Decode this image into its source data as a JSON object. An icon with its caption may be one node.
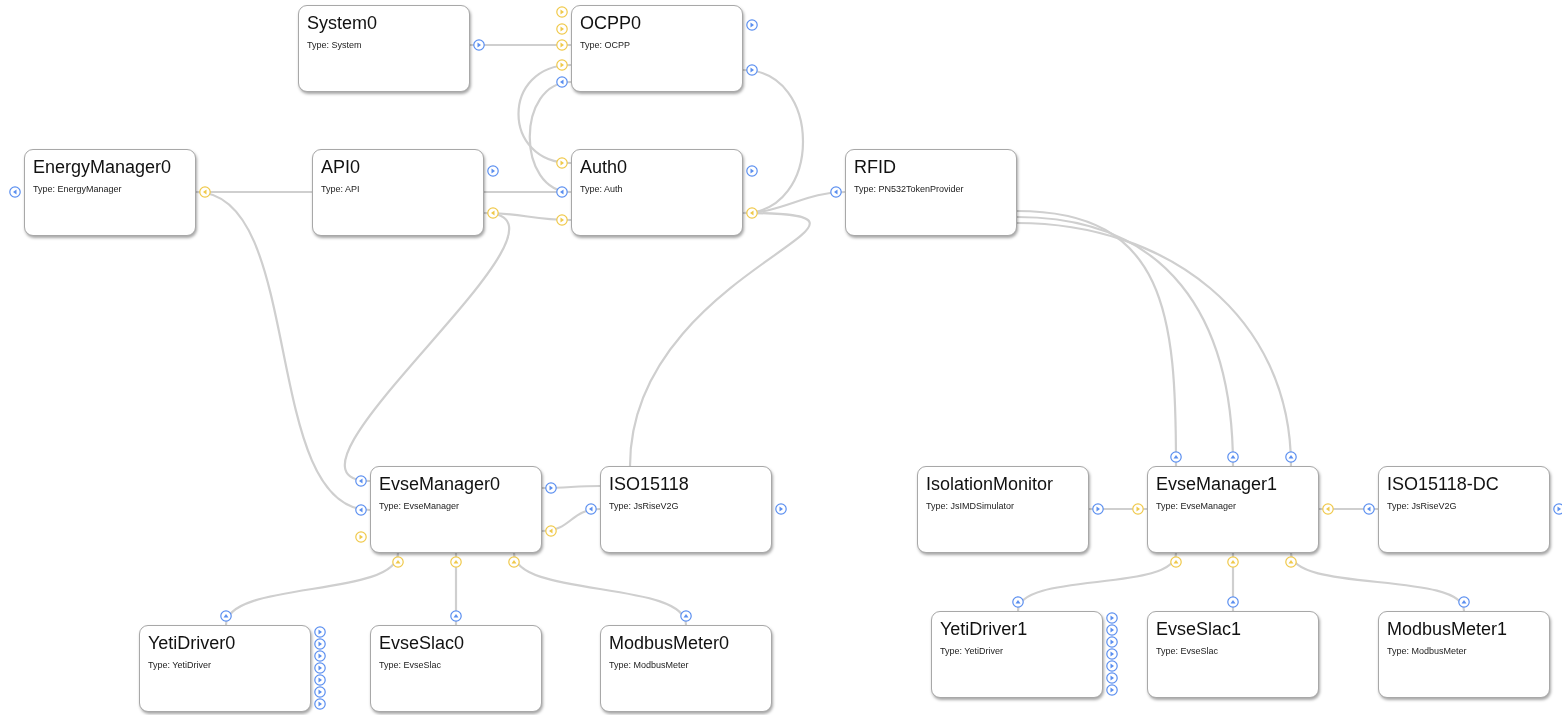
{
  "diagram": {
    "nodes": [
      {
        "text": [
          "System0",
          "Type: System"
        ]
      },
      {
        "text": [
          "OCPP0",
          "Type: OCPP"
        ]
      },
      {
        "text": [
          "EnergyManager0",
          "Type: EnergyManager"
        ]
      },
      {
        "text": [
          "API0",
          "Type: API"
        ]
      },
      {
        "text": [
          "Auth0",
          "Type: Auth"
        ]
      },
      {
        "text": [
          "RFID",
          "Type: PN532TokenProvider"
        ]
      },
      {
        "text": [
          "EvseManager0",
          "Type: EvseManager"
        ]
      },
      {
        "text": [
          "ISO15118",
          "Type: JsRiseV2G"
        ]
      },
      {
        "text": [
          "IsolationMonitor",
          "Type: JsIMDSimulator"
        ]
      },
      {
        "text": [
          "EvseManager1",
          "Type: EvseManager"
        ]
      },
      {
        "text": [
          "ISO15118-DC",
          "Type: JsRiseV2G"
        ]
      },
      {
        "text": [
          "YetiDriver0",
          "Type: YetiDriver"
        ]
      },
      {
        "text": [
          "EvseSlac0",
          "Type: EvseSlac"
        ]
      },
      {
        "text": [
          "ModbusMeter0",
          "Type: ModbusMeter"
        ]
      },
      {
        "text": [
          "YetiDriver1",
          "Type: YetiDriver"
        ]
      },
      {
        "text": [
          "EvseSlac1",
          "Type: EvseSlac"
        ]
      },
      {
        "text": [
          "ModbusMeter1",
          "Type: ModbusMeter"
        ]
      }
    ],
    "edges": [
      {
        "from": 0,
        "to": 1,
        "arrow": "none"
      },
      {
        "from": 1,
        "to": 4,
        "arrow": "none"
      },
      {
        "from": 1,
        "to": 4,
        "arrow": "none"
      },
      {
        "from": 1,
        "to": 4,
        "arrow": "none"
      },
      {
        "from": 2,
        "to": 3,
        "arrow": "none"
      },
      {
        "from": 2,
        "to": 6,
        "arrow": "none"
      },
      {
        "from": 3,
        "to": 4,
        "arrow": "none"
      },
      {
        "from": 3,
        "to": 4,
        "arrow": "none"
      },
      {
        "from": 3,
        "to": 6,
        "arrow": "none"
      },
      {
        "from": 4,
        "to": 5,
        "arrow": "none"
      },
      {
        "from": 4,
        "to": 7,
        "arrow": "none"
      },
      {
        "from": 5,
        "to": 9,
        "arrow": "none"
      },
      {
        "from": 5,
        "to": 9,
        "arrow": "none"
      },
      {
        "from": 5,
        "to": 9,
        "arrow": "none"
      },
      {
        "from": 6,
        "to": 7,
        "arrow": "none"
      },
      {
        "from": 6,
        "to": 7,
        "arrow": "none"
      },
      {
        "from": 6,
        "to": 11,
        "arrow": "none"
      },
      {
        "from": 6,
        "to": 12,
        "arrow": "none"
      },
      {
        "from": 6,
        "to": 13,
        "arrow": "none"
      },
      {
        "from": 8,
        "to": 9,
        "arrow": "none"
      },
      {
        "from": 10,
        "to": 9,
        "arrow": "none"
      },
      {
        "from": 9,
        "to": 14,
        "arrow": "none"
      },
      {
        "from": 9,
        "to": 15,
        "arrow": "none"
      },
      {
        "from": 9,
        "to": 16,
        "arrow": "none"
      }
    ]
  }
}
